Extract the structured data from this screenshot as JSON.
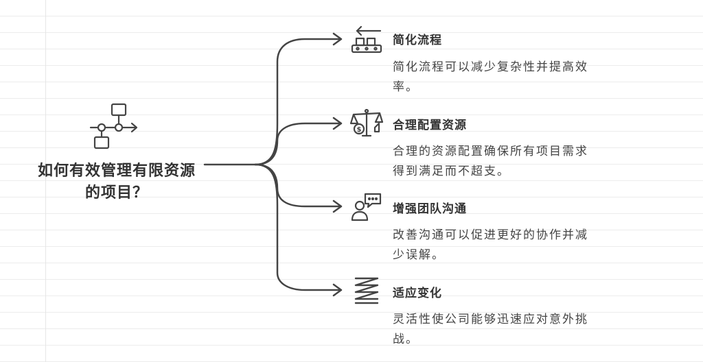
{
  "central": {
    "title": "如何有效管理有限资源的项目？",
    "icon": "workflow-icon"
  },
  "branches": [
    {
      "title": "简化流程",
      "description": "简化流程可以减少复杂性并提高效率。",
      "icon": "conveyor-belt-icon"
    },
    {
      "title": "合理配置资源",
      "description": "合理的资源配置确保所有项目需求得到满足而不超支。",
      "icon": "balance-scale-icon"
    },
    {
      "title": "增强团队沟通",
      "description": "改善沟通可以促进更好的协作并减少误解。",
      "icon": "person-chat-icon"
    },
    {
      "title": "适应变化",
      "description": "灵活性使公司能够迅速应对意外挑战。",
      "icon": "spring-icon"
    }
  ],
  "colors": {
    "stroke": "#444444",
    "text": "#333333"
  }
}
